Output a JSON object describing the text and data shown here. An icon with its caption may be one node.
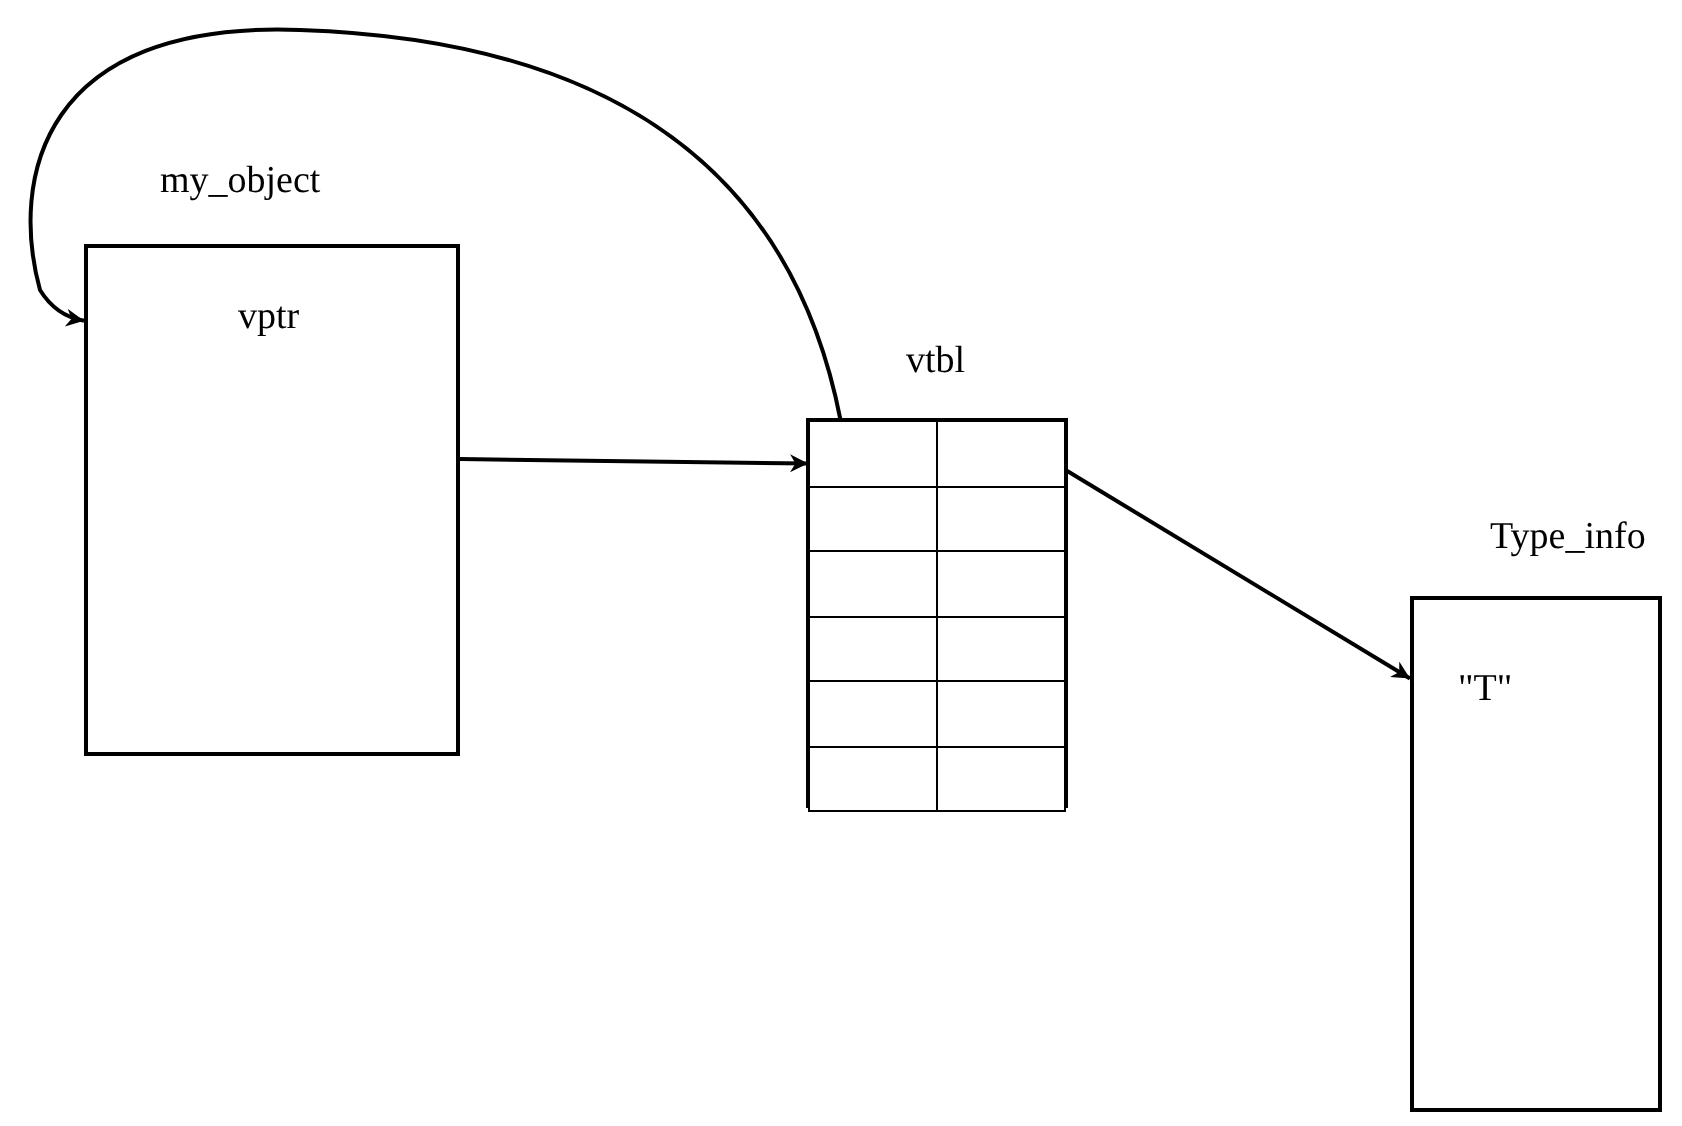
{
  "diagram": {
    "nodes": [
      {
        "text": [
          "my_object",
          "vptr"
        ]
      },
      {
        "text": [
          "vtbl"
        ]
      },
      {
        "text": [],
        "shape": "box",
        "in": 1
      },
      {
        "text": [],
        "shape": "box",
        "in": 1
      },
      {
        "text": [],
        "shape": "box",
        "in": 1
      },
      {
        "text": [],
        "shape": "box",
        "in": 1
      },
      {
        "text": [],
        "shape": "box",
        "in": 1
      },
      {
        "text": [],
        "shape": "box",
        "in": 1
      },
      {
        "text": [],
        "shape": "box",
        "in": 1
      },
      {
        "text": [],
        "shape": "box",
        "in": 1
      },
      {
        "text": [],
        "shape": "box",
        "in": 1
      },
      {
        "text": [],
        "shape": "box",
        "in": 1
      },
      {
        "text": [],
        "shape": "box",
        "in": 1
      },
      {
        "text": [],
        "shape": "box",
        "in": 1
      },
      {
        "text": [
          "Type_info",
          "\"T\""
        ]
      }
    ],
    "edges": [
      {
        "from": 0,
        "to": 2,
        "arrow": "to"
      },
      {
        "from": 2,
        "to": 0,
        "arrow": "to"
      },
      {
        "from": 3,
        "to": 14,
        "arrow": "to"
      }
    ]
  }
}
